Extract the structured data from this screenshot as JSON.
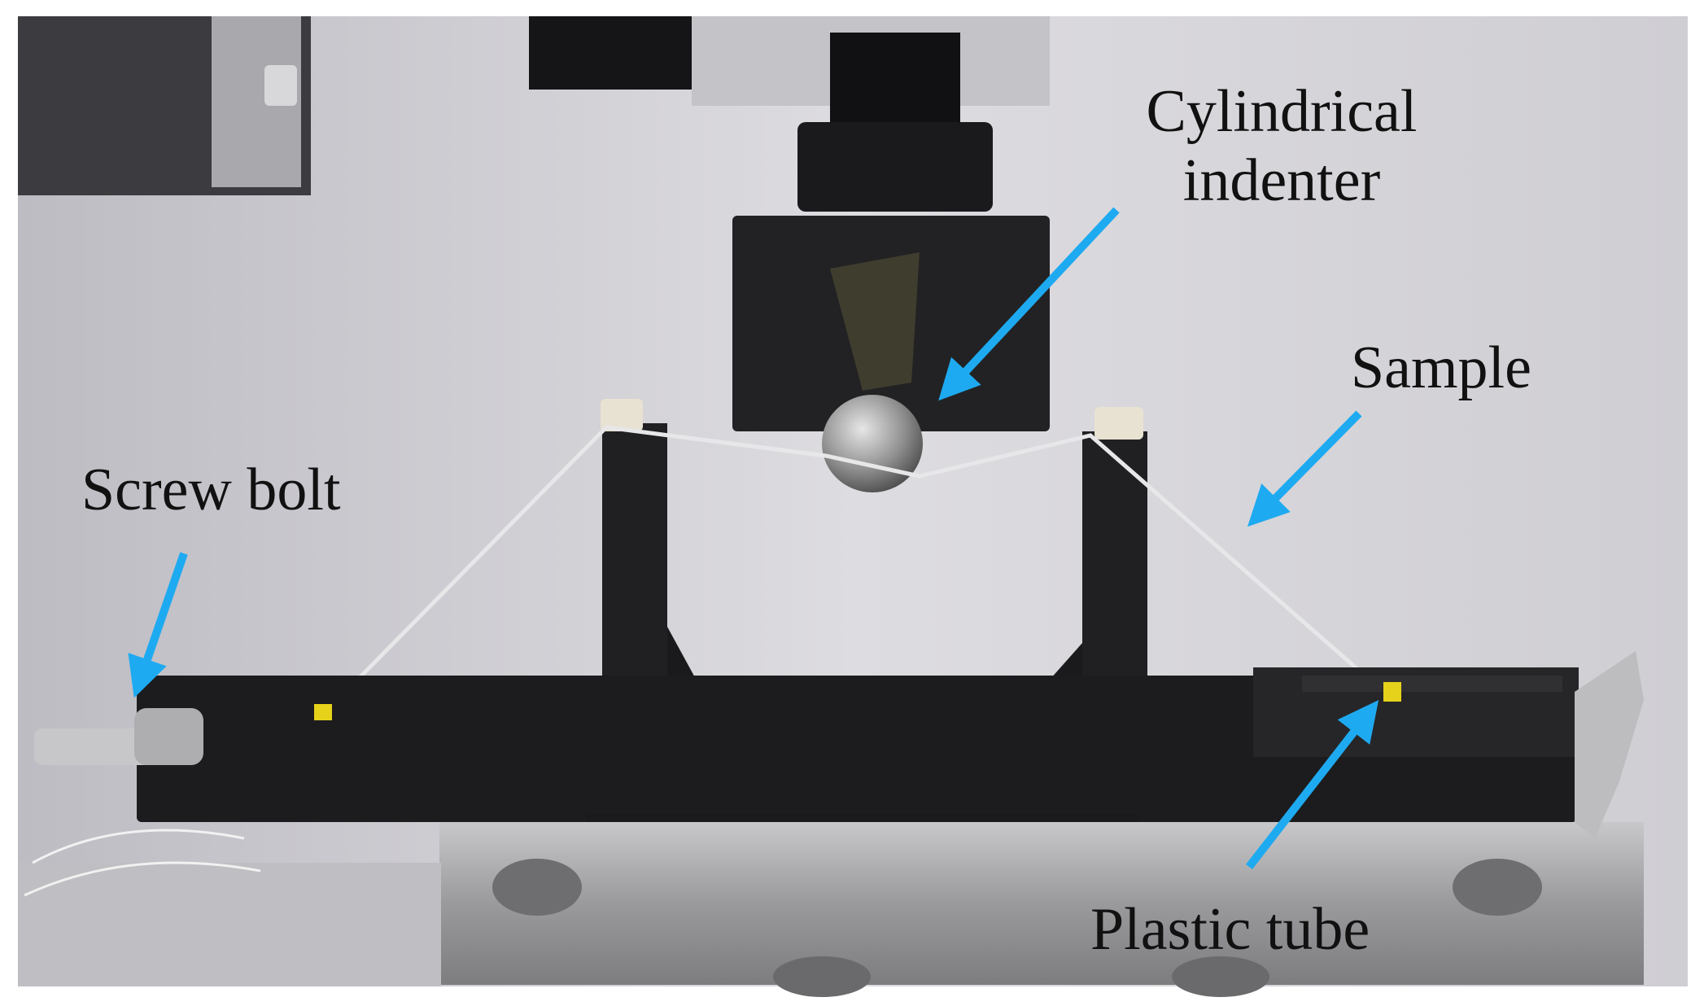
{
  "figure": {
    "labels": {
      "cylindrical_indenter": [
        "Cylindrical",
        "indenter"
      ],
      "sample": "Sample",
      "screw_bolt": "Screw bolt",
      "plastic_tube": "Plastic tube"
    },
    "arrow_color": "#1eaaf1",
    "colors": {
      "background_wall": "#c9c8ce",
      "fixture": "#1c1c1e",
      "metal_base": "#a6a6a8"
    }
  }
}
